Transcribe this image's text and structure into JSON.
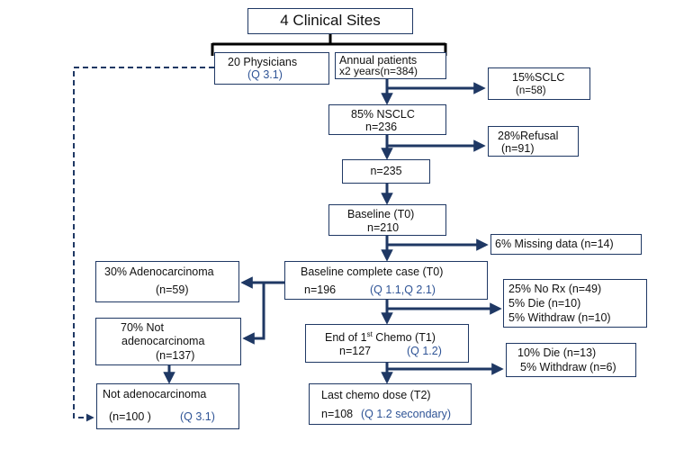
{
  "colors": {
    "border": "#1f3864",
    "arrow": "#1f3864",
    "query_text": "#2f5496",
    "bracket": "#000000"
  },
  "nodes": {
    "sites": {
      "text": "4 Clinical Sites"
    },
    "physicians": {
      "line1": "20 Physicians",
      "query": "(Q 3.1)"
    },
    "annual": {
      "line1": "Annual patients",
      "line2": "x2 years(n=384)"
    },
    "sclc": {
      "line1": "15%SCLC",
      "line2": "(n=58)"
    },
    "nsclc": {
      "line1": "85% NSCLC",
      "line2": "n=236"
    },
    "refusal": {
      "line1": "28%Refusal",
      "line2": "(n=91)"
    },
    "n235": {
      "text": "n=235"
    },
    "baseline": {
      "line1": "Baseline (T0)",
      "line2": "n=210"
    },
    "missing": {
      "text": "6% Missing data (n=14)"
    },
    "complete": {
      "line1": "Baseline complete case (T0)",
      "line2": "n=196",
      "query": "(Q 1.1,Q 2.1)"
    },
    "adeno": {
      "line1": "30% Adenocarcinoma",
      "line2": "(n=59)"
    },
    "notadeno": {
      "line1": "70% Not",
      "line2": "adenocarcinoma",
      "line3": "(n=137)"
    },
    "norx": {
      "line1": "25% No Rx (n=49)",
      "line2": "5% Die (n=10)",
      "line3": "5% Withdraw (n=10)"
    },
    "t1": {
      "line1": "End of 1",
      "sup": "st",
      "line1b": " Chemo (T1)",
      "line2": "n=127",
      "query": "(Q 1.2)"
    },
    "die10": {
      "line1": "10% Die (n=13)",
      "line2": "5% Withdraw (n=6)"
    },
    "t2": {
      "line1": "Last chemo dose (T2)",
      "line2": "n=108",
      "query": "(Q 1.2 secondary)"
    },
    "final": {
      "line1": "Not adenocarcinoma",
      "line2": "(n=100 )",
      "query": "(Q 3.1)"
    }
  }
}
